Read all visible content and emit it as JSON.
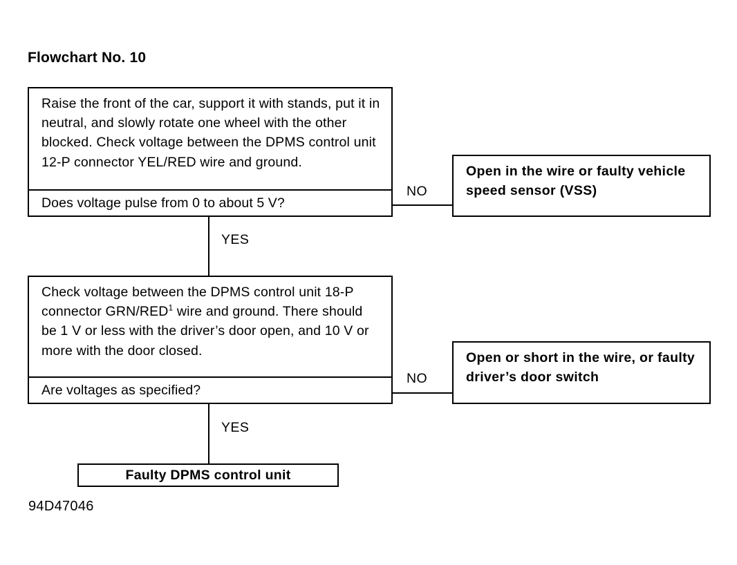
{
  "document": {
    "title": "Flowchart No. 10",
    "footer_code": "94D47046"
  },
  "flowchart": {
    "nodes": {
      "step1": {
        "statement": "Raise the front of the car, support it with stands, put it in neutral, and slowly rotate one wheel with the other blocked. Check voltage between the DPMS control unit 12-P connector YEL/RED wire and ground.",
        "question": "Does voltage pulse from 0 to about 5 V?"
      },
      "step1_no_outcome": {
        "text": "Open in the wire or faulty vehicle speed sensor (VSS)"
      },
      "step2": {
        "statement_part1": "Check voltage between the DPMS control unit 18-P connector GRN/RED",
        "statement_superscript": "1",
        "statement_part2": " wire and ground. There should be 1 V or less with the driver’s door open, and 10 V or more with the door closed.",
        "question": "Are voltages as specified?"
      },
      "step2_no_outcome": {
        "text": "Open or short in the wire, or faulty driver’s door switch"
      },
      "result": {
        "text": "Faulty DPMS control unit"
      }
    },
    "edges": {
      "step1_no": "NO",
      "step1_yes": "YES",
      "step2_no": "NO",
      "step2_yes": "YES"
    }
  },
  "chart_data": {
    "type": "diagram",
    "title": "Flowchart No. 10",
    "nodes": [
      {
        "id": "step1",
        "kind": "decision",
        "text": "Raise the front of the car, support it with stands, put it in neutral, and slowly rotate one wheel with the other blocked. Check voltage between the DPMS control unit 12-P connector YEL/RED wire and ground.",
        "question": "Does voltage pulse from 0 to about 5 V?"
      },
      {
        "id": "outcome1",
        "kind": "outcome",
        "text": "Open in the wire or faulty vehicle speed sensor (VSS)"
      },
      {
        "id": "step2",
        "kind": "decision",
        "text": "Check voltage between the DPMS control unit 18-P connector GRN/RED1 wire and ground. There should be 1 V or less with the driver's door open, and 10 V or more with the door closed.",
        "question": "Are voltages as specified?"
      },
      {
        "id": "outcome2",
        "kind": "outcome",
        "text": "Open or short in the wire, or faulty driver's door switch"
      },
      {
        "id": "result",
        "kind": "terminal",
        "text": "Faulty DPMS control unit"
      }
    ],
    "edges": [
      {
        "from": "step1",
        "to": "outcome1",
        "label": "NO"
      },
      {
        "from": "step1",
        "to": "step2",
        "label": "YES"
      },
      {
        "from": "step2",
        "to": "outcome2",
        "label": "NO"
      },
      {
        "from": "step2",
        "to": "result",
        "label": "YES"
      }
    ]
  }
}
